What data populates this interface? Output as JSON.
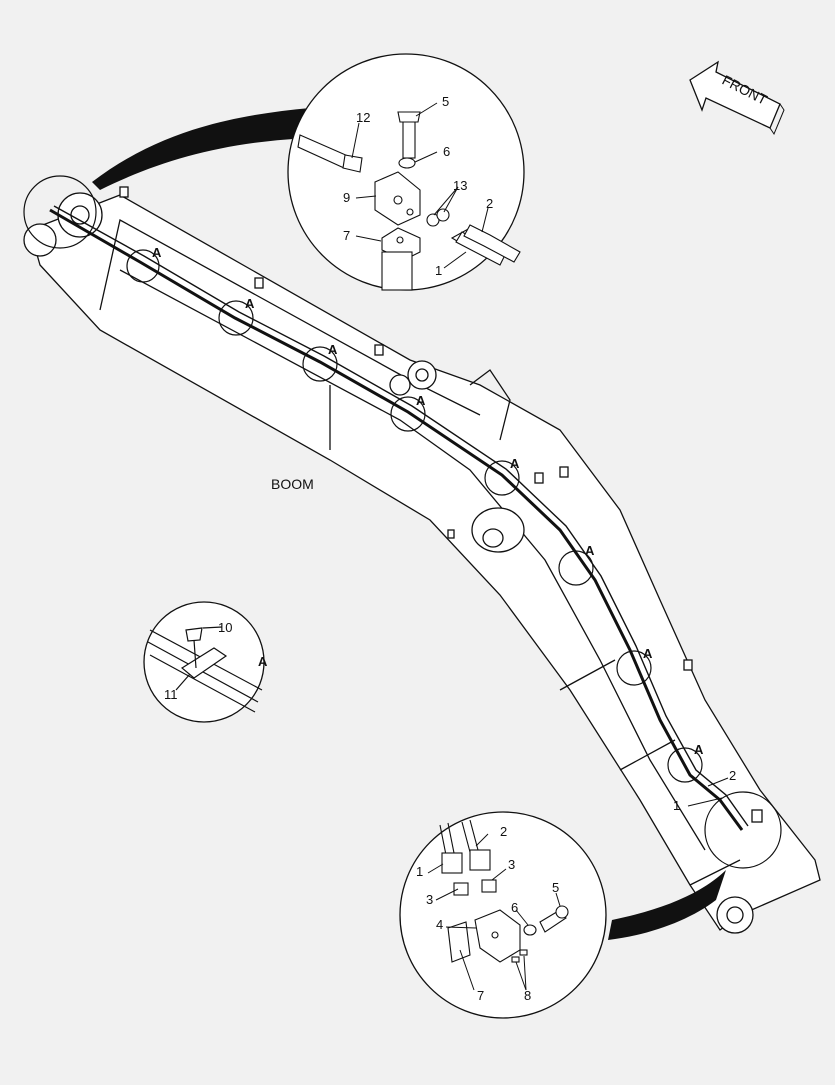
{
  "boom_label": "BOOM",
  "front_label": "FRONT",
  "section_marker": "A",
  "detail_top": {
    "callouts": [
      "12",
      "5",
      "6",
      "9",
      "13",
      "2",
      "7",
      "1"
    ]
  },
  "detail_a": {
    "marker": "A",
    "callouts": [
      "10",
      "11"
    ]
  },
  "detail_bottom": {
    "callouts": [
      "2",
      "1",
      "3",
      "3",
      "5",
      "4",
      "6",
      "7",
      "8"
    ]
  },
  "boom_end_callouts": [
    "2",
    "1"
  ],
  "colors": {
    "line": "#111111",
    "background": "#f1f1f1",
    "fill": "#ffffff"
  }
}
